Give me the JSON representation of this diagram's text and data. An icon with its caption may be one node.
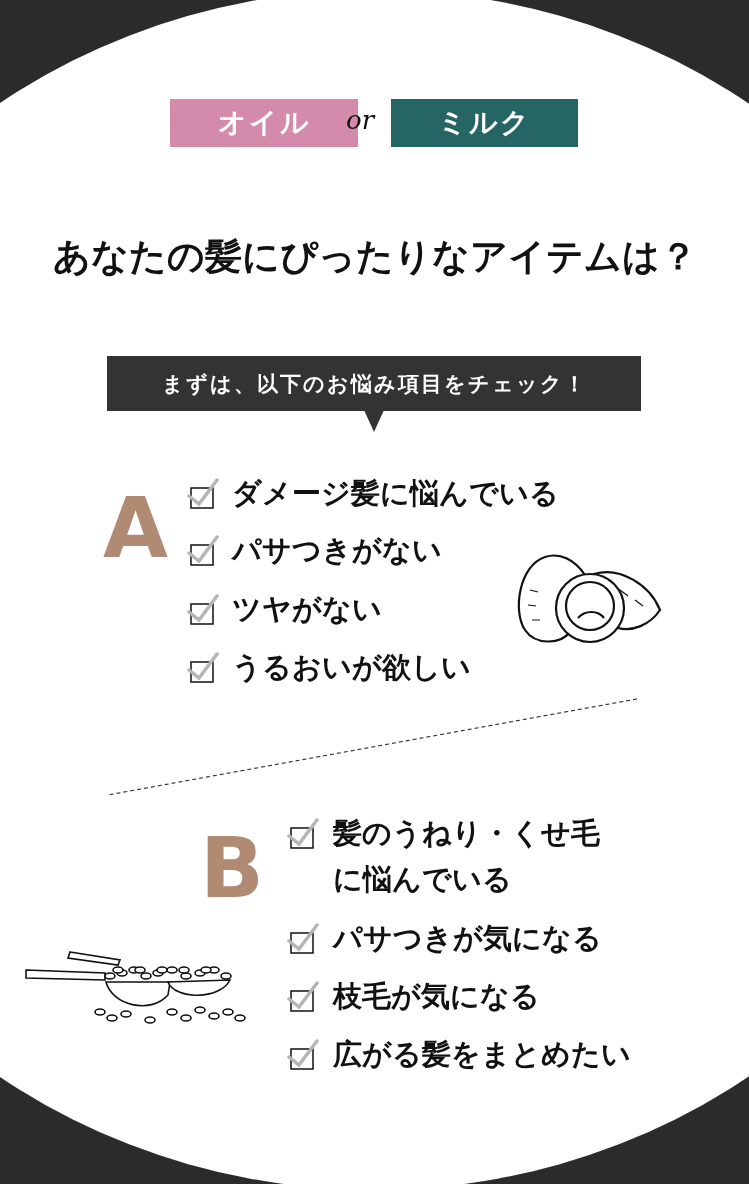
{
  "diagram": {
    "title": "あなたの髪にぴったりなアイテムは？",
    "nodes": [
      {
        "text": [
          "オイル"
        ]
      },
      {
        "text": [
          "ミルク"
        ]
      },
      {
        "text": [
          "まずは、以下のお悩み項目をチェック！"
        ]
      }
    ],
    "labels": [
      "or",
      "A",
      "ダメージ髪に悩んでいる",
      "パサつきがない",
      "ツヤがない",
      "うるおいが欲しい",
      "B",
      "髪のうねり・くせ毛に悩んでいる",
      "パサつきが気になる",
      "枝毛が気になる",
      "広がる髪をまとめたい"
    ]
  }
}
